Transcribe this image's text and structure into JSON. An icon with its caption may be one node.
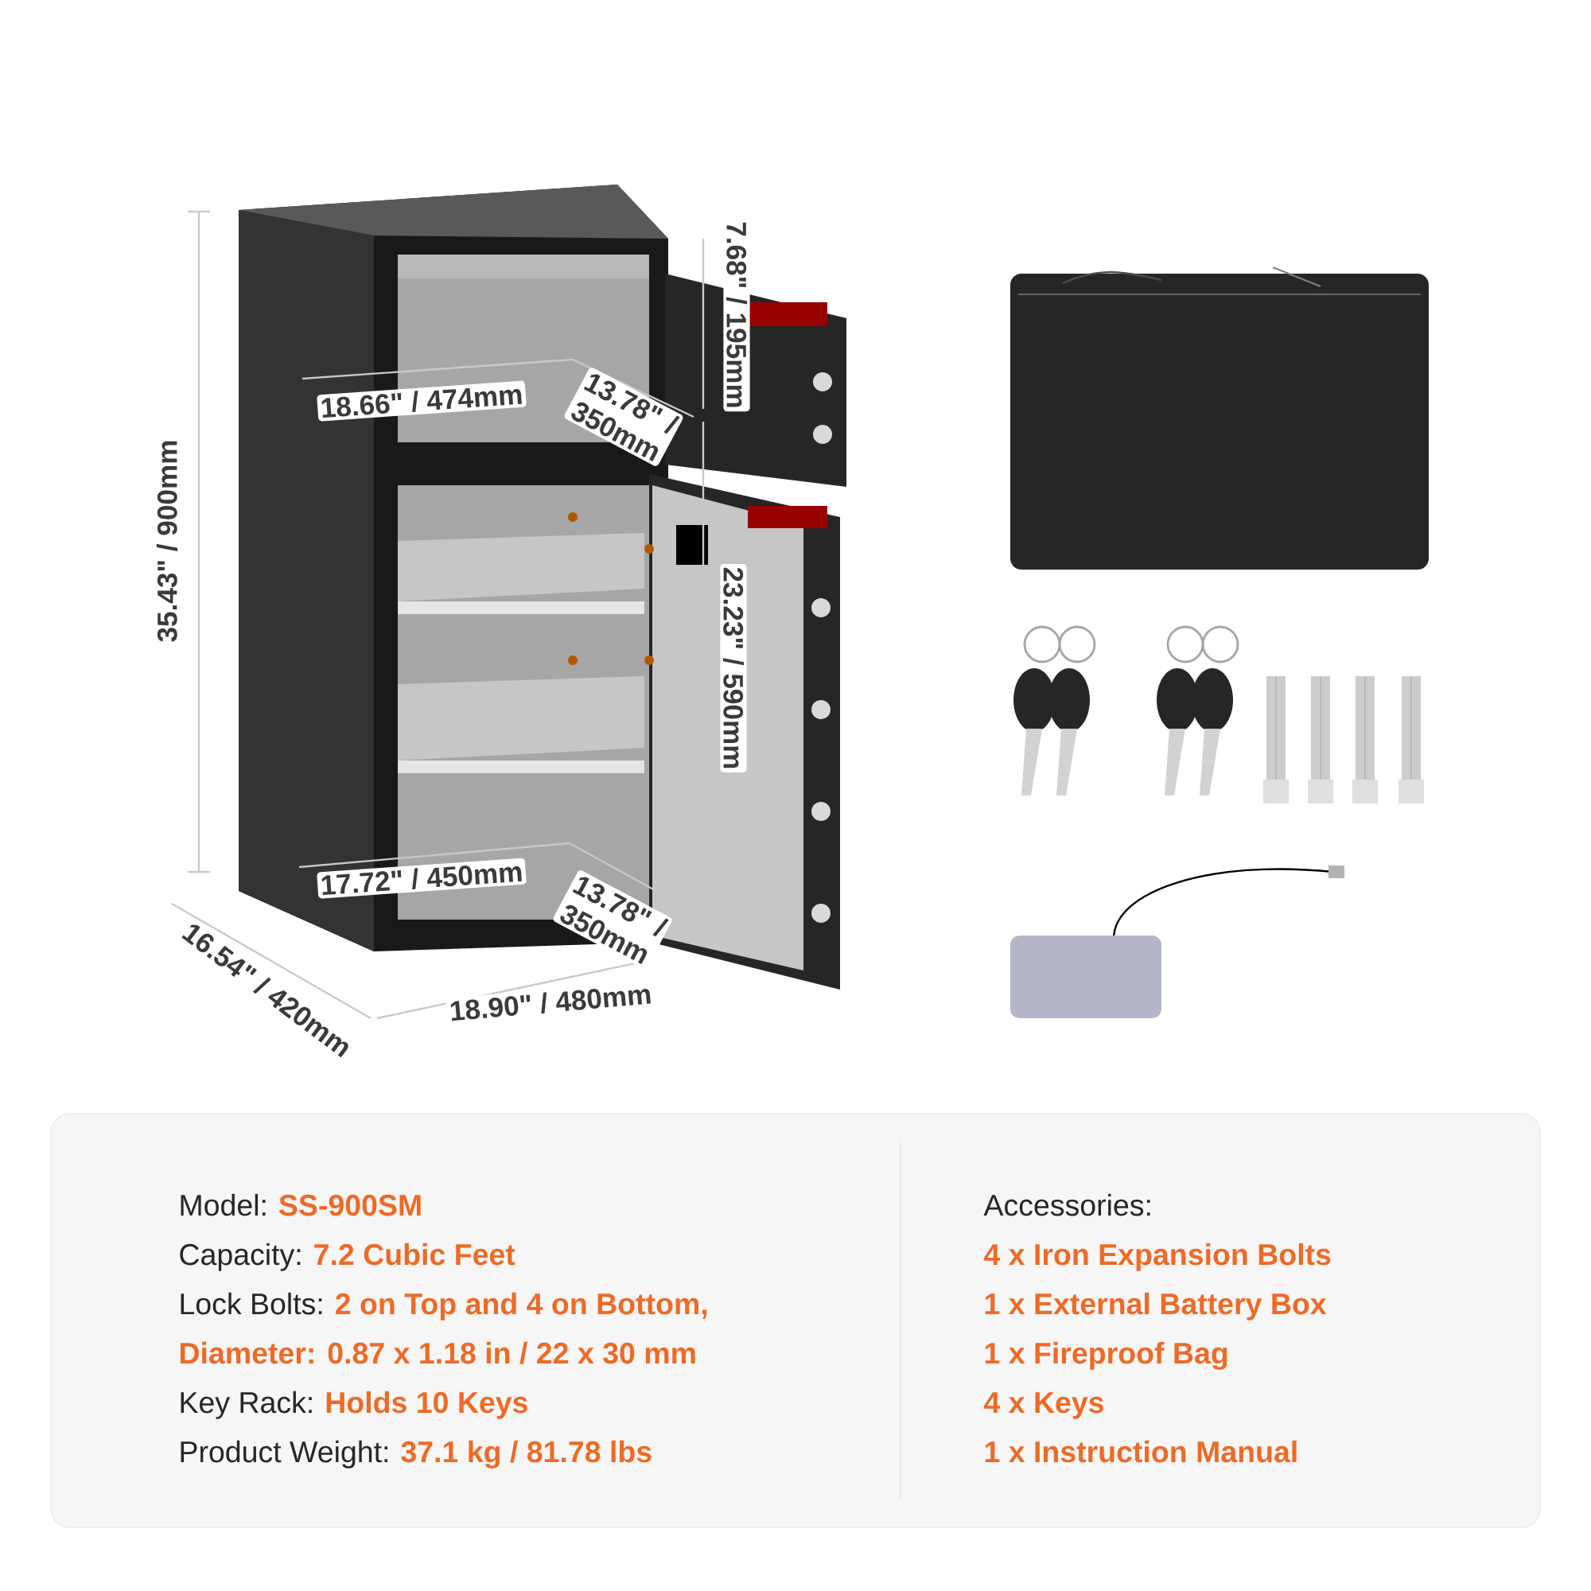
{
  "diagram": {
    "labels": [
      "35.43\" / 900mm",
      "18.66\" / 474mm",
      "13.78\" / 350mm",
      "7.68\" / 195mm",
      "23.23\" / 590mm",
      "17.72\" / 450mm",
      "13.78\" / 350mm",
      "16.54\" / 420mm",
      "18.90\" / 480mm",
      "Model:",
      "SS-900SM",
      "Capacity:",
      "7.2 Cubic Feet",
      "Lock Bolts:",
      "2 on Top and 4 on Bottom,",
      "Diameter: 0.87 x 1.18 in / 22 x 30 mm",
      "Key Rack:",
      "Holds 10 Keys",
      "Product Weight:",
      "37.1 kg / 81.78 lbs",
      "Accessories:",
      "4 x Iron Expansion Bolts",
      "1 x External Battery Box",
      "1 x Fireproof Bag",
      "4 x Keys",
      "1 x Instruction Manual"
    ]
  }
}
